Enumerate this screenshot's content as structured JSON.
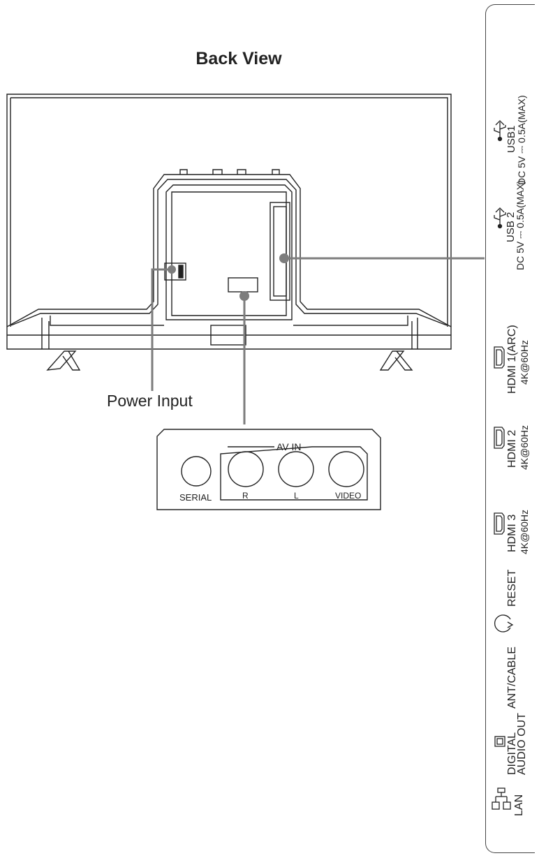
{
  "title": "Back View",
  "power_input_label": "Power Input",
  "av_panel": {
    "serial_label": "SERIAL",
    "av_in_label": "AV IN",
    "jacks": [
      "R",
      "L",
      "VIDEO"
    ]
  },
  "side_panel": {
    "usb1": {
      "name": "USB1",
      "rating": "DC 5V ⎓ 0.5A(MAX)"
    },
    "usb2": {
      "name": "USB 2",
      "rating": "DC 5V ⎓ 0.5A(MAX)"
    },
    "hdmi1": {
      "name": "HDMI 1(ARC)",
      "spec": "4K@60Hz"
    },
    "hdmi2": {
      "name": "HDMI 2",
      "spec": "4K@60Hz"
    },
    "hdmi3": {
      "name": "HDMI 3",
      "spec": "4K@60Hz"
    },
    "reset": "RESET",
    "ant": "ANT/CABLE",
    "digital_audio": [
      "DIGITAL",
      "AUDIO OUT"
    ],
    "lan": "LAN"
  },
  "colors": {
    "line": "#222222",
    "callout": "#7d7d7d"
  }
}
